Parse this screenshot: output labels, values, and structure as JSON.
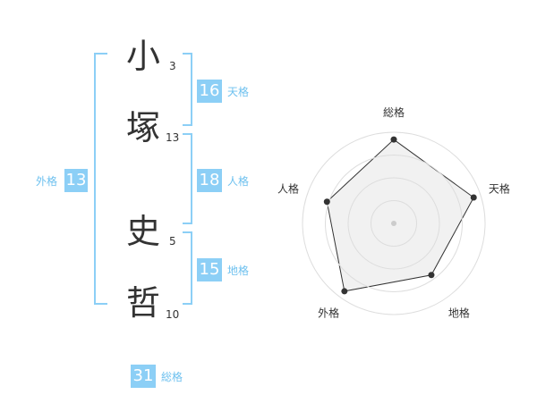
{
  "name_chars": [
    {
      "char": "小",
      "strokes": "3"
    },
    {
      "char": "塚",
      "strokes": "13"
    },
    {
      "char": "史",
      "strokes": "5"
    },
    {
      "char": "哲",
      "strokes": "10"
    }
  ],
  "fortunes": {
    "tenkaku": {
      "value": "16",
      "label": "天格"
    },
    "jinkaku": {
      "value": "18",
      "label": "人格"
    },
    "chikaku": {
      "value": "15",
      "label": "地格"
    },
    "gaikaku": {
      "value": "13",
      "label": "外格"
    },
    "soukaku": {
      "value": "31",
      "label": "総格"
    }
  },
  "colors": {
    "accent": "#8ccff6",
    "accent_text": "#6ec1ef",
    "bracket": "#8ccff6"
  },
  "chart_data": {
    "type": "radar",
    "axes": [
      "総格",
      "天格",
      "地格",
      "外格",
      "人格"
    ],
    "values": [
      0.92,
      0.92,
      0.7,
      0.92,
      0.77
    ],
    "rings": 4,
    "range": [
      0,
      1
    ]
  }
}
